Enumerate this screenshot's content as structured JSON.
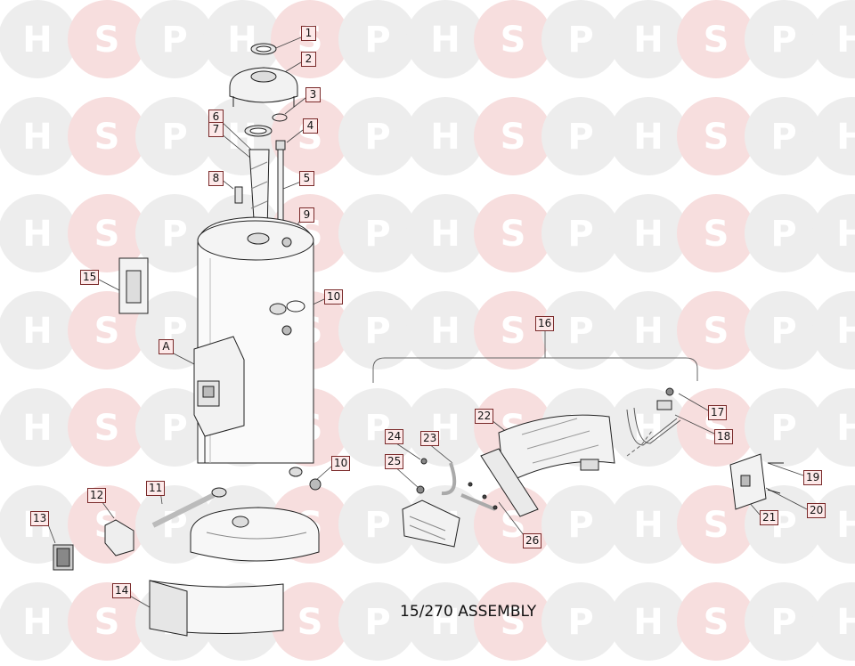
{
  "title": "15/270 ASSEMBLY",
  "watermark": {
    "letters": [
      "H",
      "S",
      "P"
    ],
    "colors": {
      "grey_circle": "#ededed",
      "pink_circle": "#f7dede",
      "grey_letter": "#ffffff",
      "pink_letter": "#ffffff"
    }
  },
  "callout_style": {
    "border": "#7a2a2a",
    "fill": "#fde9e9"
  },
  "callouts": {
    "c1": "1",
    "c2": "2",
    "c3": "3",
    "c4": "4",
    "c5": "5",
    "c6": "6",
    "c7": "7",
    "c8": "8",
    "c9": "9",
    "c10a": "10",
    "c10b": "10",
    "c11": "11",
    "c12": "12",
    "c13": "13",
    "c14": "14",
    "c15": "15",
    "cA": "A",
    "c16": "16",
    "c17": "17",
    "c18": "18",
    "c19": "19",
    "c20": "20",
    "c21": "21",
    "c22": "22",
    "c23": "23",
    "c24": "24",
    "c25": "25",
    "c26": "26"
  }
}
